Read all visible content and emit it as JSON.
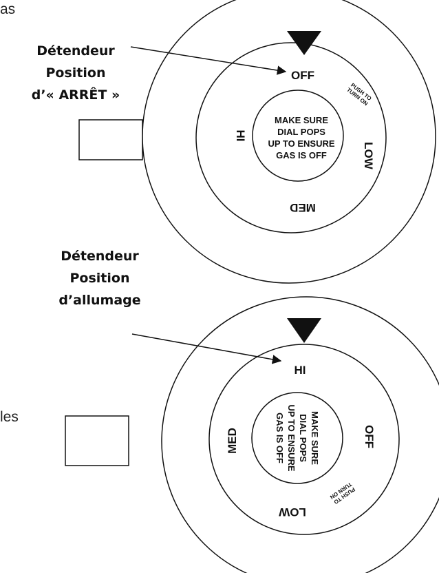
{
  "fragments": {
    "top": "as",
    "side": "les"
  },
  "callout_off": {
    "line1": "Détendeur",
    "line2": "Position",
    "line3": "d’« ARRÊT »"
  },
  "callout_on": {
    "line1": "Détendeur",
    "line2": "Position",
    "line3": "d’allumage"
  },
  "dial_off": {
    "positions": {
      "top": "OFF",
      "left": "HI",
      "right": "LOW",
      "bottom": "MED"
    },
    "push_text": [
      "PUSH TO",
      "TURN ON"
    ],
    "center_text": [
      "MAKE SURE",
      "DIAL POPS",
      "UP TO ENSURE",
      "GAS IS OFF"
    ]
  },
  "dial_on": {
    "positions": {
      "top": "HI",
      "left": "MED",
      "right": "OFF",
      "bottom": "LOW"
    },
    "push_text": [
      "PUSH TO",
      "TURN ON"
    ],
    "center_text": [
      "MAKE SURE",
      "DIAL POPS",
      "UP TO ENSURE",
      "GAS IS OFF"
    ]
  },
  "colors": {
    "line": "#111111",
    "background": "#ffffff"
  }
}
